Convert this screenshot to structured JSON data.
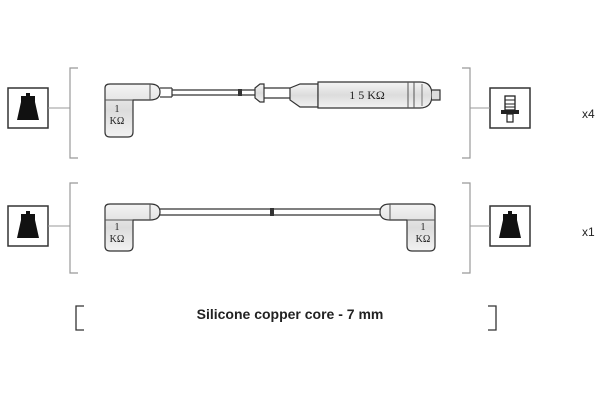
{
  "wire_sets": [
    {
      "resistance_left": "1\nKΩ",
      "resistance_middle": "1 5 KΩ",
      "quantity": "x4",
      "left_connector": "spark-plug-boot",
      "right_connector": "distributor-terminal"
    },
    {
      "resistance_left": "1\nKΩ",
      "resistance_right": "1\nKΩ",
      "quantity": "x1",
      "left_connector": "spark-plug-boot",
      "right_connector": "spark-plug-boot"
    }
  ],
  "caption": "Silicone copper core - 7 mm",
  "colors": {
    "line": "#333333",
    "fill": "#e6e6e6",
    "boot": "#111111"
  }
}
